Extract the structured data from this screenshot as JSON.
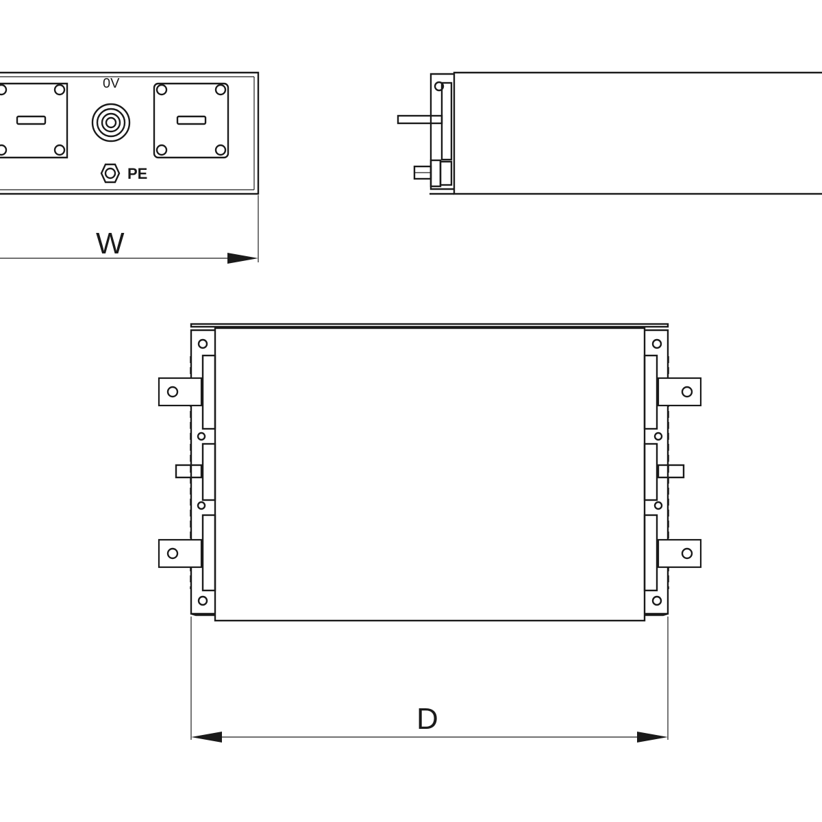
{
  "front_view": {
    "terminal_label_0v": "0V",
    "terminal_label_pe": "PE"
  },
  "dimensions": {
    "width_label": "W",
    "depth_label": "D"
  }
}
